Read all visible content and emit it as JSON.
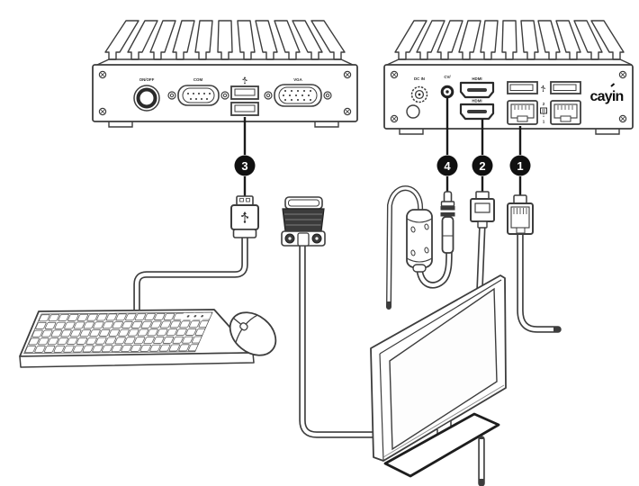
{
  "front_device": {
    "power_label": "ON/OFF",
    "com_label": "COM",
    "vga_label": "VGA"
  },
  "rear_device": {
    "dc_in_label": "DC IN",
    "cv_label": "CV/",
    "hdmi_top_label": "HDMI",
    "hdmi_bottom_label": "HDMI",
    "lan_top_num": "2",
    "lan_bottom_num": "1",
    "brand": "cayin"
  },
  "badges": {
    "ethernet": "1",
    "hdmi": "2",
    "usb": "3",
    "power": "4"
  },
  "icons": {
    "usb_trident": "usb-icon",
    "dc_in_jack": "dc-in-jack-icon",
    "cv_jack": "cv-jack-icon",
    "lan_link": "lan-icon"
  },
  "colors": {
    "line": "#3d3d3d",
    "dark_fill": "#3a3a3a",
    "badge_bg": "#101010",
    "badge_text": "#ffffff"
  }
}
